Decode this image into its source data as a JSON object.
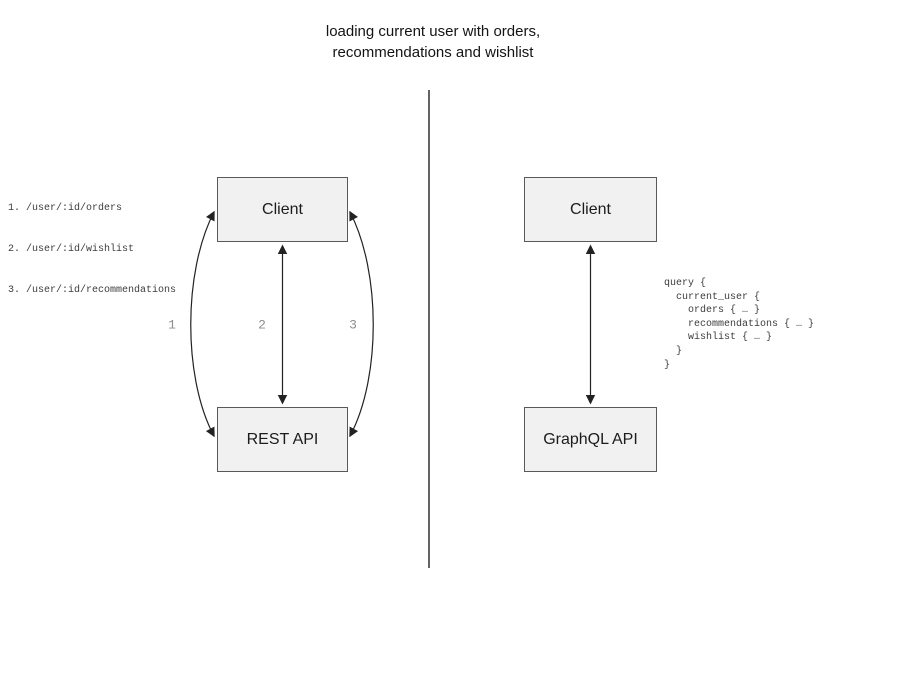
{
  "title": {
    "line1": "loading current user with orders,",
    "line2": "recommendations and wishlist"
  },
  "rest_diagram": {
    "client_label": "Client",
    "api_label": "REST API",
    "endpoints": [
      "1. /user/:id/orders",
      "2. /user/:id/wishlist",
      "3. /user/:id/recommendations"
    ],
    "arrow_labels": [
      "1",
      "2",
      "3"
    ]
  },
  "graphql_diagram": {
    "client_label": "Client",
    "api_label": "GraphQL API",
    "query": "query {\n  current_user {\n    orders { … }\n    recommendations { … }\n    wishlist { … }\n  }\n}"
  },
  "colors": {
    "node_fill": "#f1f1f1",
    "node_border": "#595959",
    "arrow": "#222222",
    "divider": "#636363",
    "arrow_label_text": "#8d8d8d",
    "code_text": "#3d3d3d"
  }
}
